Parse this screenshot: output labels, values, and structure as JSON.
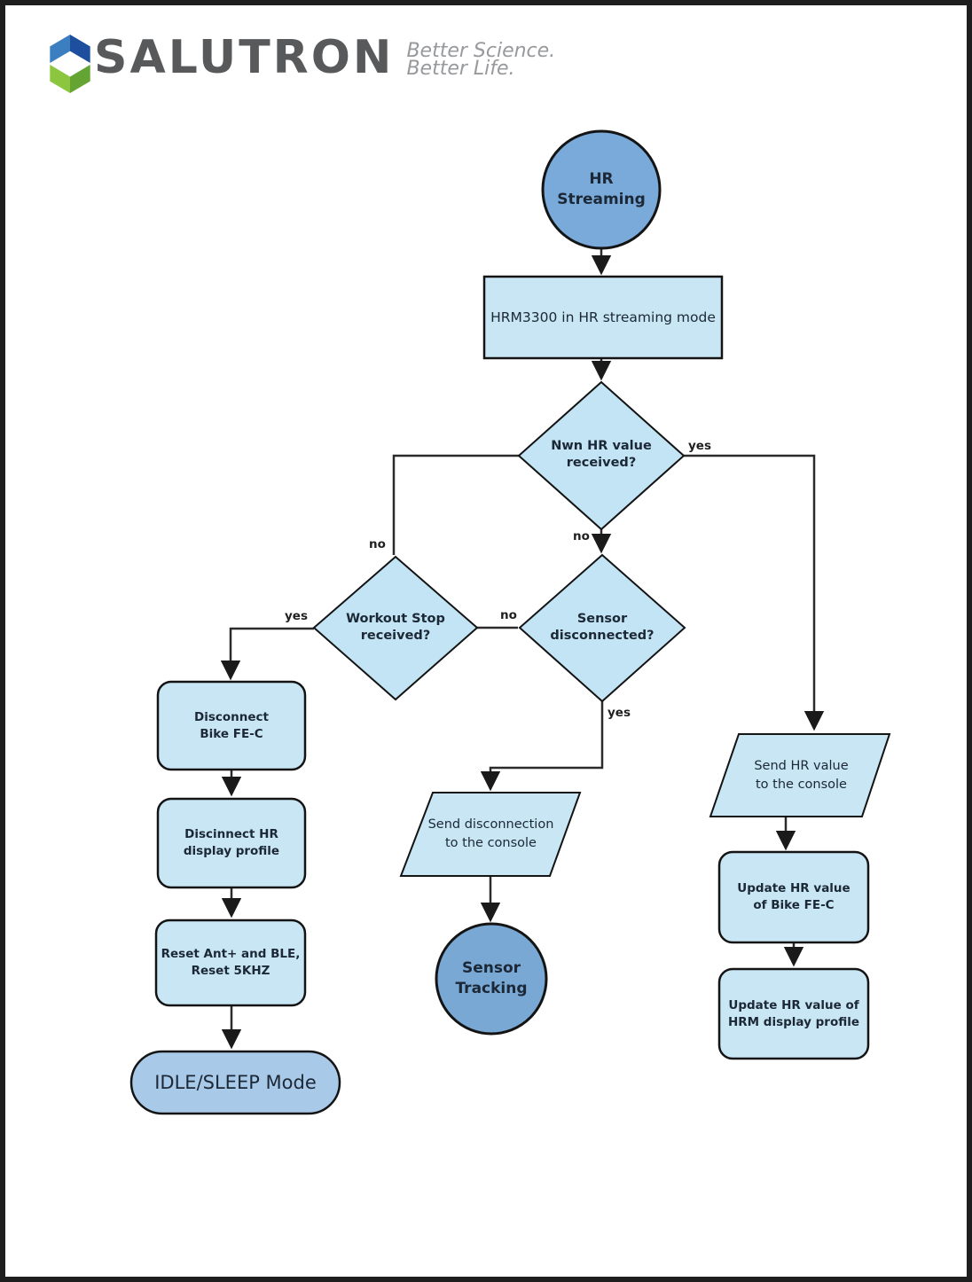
{
  "logo": {
    "brand": "SALUTRON",
    "tagline_line1": "Better Science.",
    "tagline_line2": "Better Life.",
    "brand_color": "#58595b",
    "tagline_color": "#97999c",
    "icon_colors": {
      "blue_dark": "#1d4f9e",
      "blue_light": "#3c7fc0",
      "green_light": "#8cc63f",
      "green_dark": "#64a433"
    }
  },
  "colors": {
    "process_fill": "#c8e6f4",
    "decision_fill": "#c2e4f4",
    "start_circle_fill": "#79aada",
    "end_circle_fill": "#79a8d5",
    "stadium_fill": "#a9c9e9",
    "shape_stroke": "#141414",
    "connector": "#2b2b2b",
    "node_text": "#1c2836"
  },
  "flowchart": {
    "nodes": {
      "hr_streaming": {
        "type": "start-circle",
        "line1": "HR",
        "line2": "Streaming"
      },
      "hrm3300": {
        "type": "process",
        "line1": "HRM3300 in HR streaming mode"
      },
      "new_hr_value": {
        "type": "decision",
        "line1": "Nwn HR value",
        "line2": "received?"
      },
      "workout_stop": {
        "type": "decision",
        "line1": "Workout Stop",
        "line2": "received?"
      },
      "sensor_disconnected": {
        "type": "decision",
        "line1": "Sensor",
        "line2": "disconnected?"
      },
      "disconnect_bike": {
        "type": "process",
        "line1": "Disconnect",
        "line2": "Bike FE-C"
      },
      "disconnect_hr": {
        "type": "process",
        "line1": "Discinnect HR",
        "line2": "display profile"
      },
      "reset_ant": {
        "type": "process",
        "line1": "Reset Ant+ and BLE,",
        "line2": "Reset 5KHZ"
      },
      "idle_sleep": {
        "type": "terminator",
        "line1": "IDLE/SLEEP Mode"
      },
      "send_disconnection": {
        "type": "io",
        "line1": "Send disconnection",
        "line2": "to the console"
      },
      "sensor_tracking": {
        "type": "end-circle",
        "line1": "Sensor",
        "line2": "Tracking"
      },
      "send_hr_value": {
        "type": "io",
        "line1": "Send HR value",
        "line2": "to the console"
      },
      "update_bike": {
        "type": "process",
        "line1": "Update HR value",
        "line2": "of Bike FE-C"
      },
      "update_hrm": {
        "type": "process",
        "line1": "Update HR value of",
        "line2": "HRM display profile"
      }
    },
    "edge_labels": {
      "new_hr_yes": "yes",
      "new_hr_no_to_workout": "no",
      "new_hr_no_to_sensor": "no",
      "workout_yes": "yes",
      "sensor_no_to_workout": "no",
      "sensor_yes": "yes"
    }
  }
}
